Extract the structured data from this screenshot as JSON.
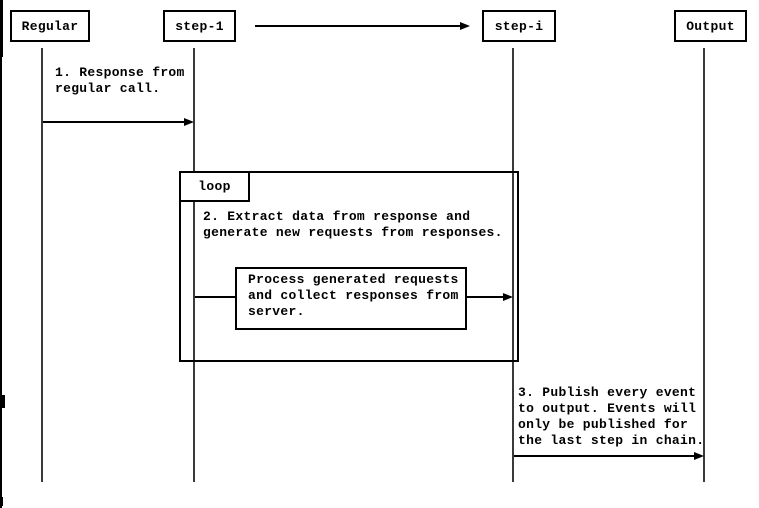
{
  "diagram": {
    "actors": [
      {
        "id": "regular",
        "label": "Regular"
      },
      {
        "id": "step-1",
        "label": "step-1"
      },
      {
        "id": "step-i",
        "label": "step-i"
      },
      {
        "id": "output",
        "label": "Output"
      }
    ],
    "loop_label": "loop",
    "messages": {
      "msg1": "1. Response from\nregular call.",
      "msg2": "2. Extract data from response and\ngenerate new requests from responses.",
      "process_box": "Process generated requests\nand collect responses from\nserver.",
      "msg3": "3. Publish every event\nto output. Events will\nonly be published for\nthe last step in chain."
    },
    "colors": {
      "line": "#000000",
      "text": "#000000",
      "background": "#ffffff"
    }
  }
}
